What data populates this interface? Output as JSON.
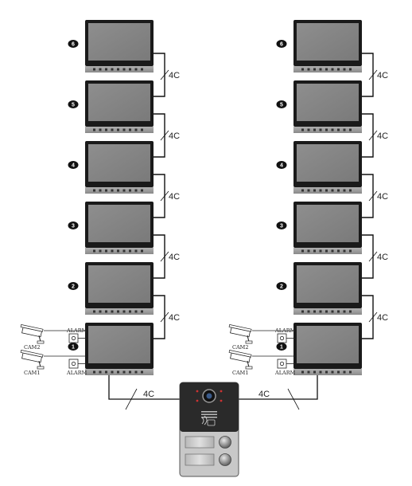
{
  "wire_label": "4C",
  "columns": [
    {
      "side": "left",
      "monitors": [
        "6",
        "5",
        "4",
        "3",
        "2",
        "1"
      ],
      "cameras": [
        {
          "label": "CAM2",
          "alarm": "ALARM"
        },
        {
          "label": "CAM1",
          "alarm": "ALARM"
        }
      ]
    },
    {
      "side": "right",
      "monitors": [
        "6",
        "5",
        "4",
        "3",
        "2",
        "1"
      ],
      "cameras": [
        {
          "label": "CAM2",
          "alarm": "ALARM"
        },
        {
          "label": "CAM1",
          "alarm": "ALARM"
        }
      ]
    }
  ],
  "door_station": {
    "buttons": 2,
    "icons": [
      "camera-lens-icon",
      "speaker-grille-icon",
      "rfid-card-icon"
    ]
  },
  "colors": {
    "monitor_frame": "#1a1a1a",
    "monitor_screen": "#8a8a8a",
    "monitor_bezel": "#9a9a9a",
    "badge": "#111111",
    "door_station_top": "#2a2a2a",
    "door_station_bottom": "#c8c8c8"
  }
}
